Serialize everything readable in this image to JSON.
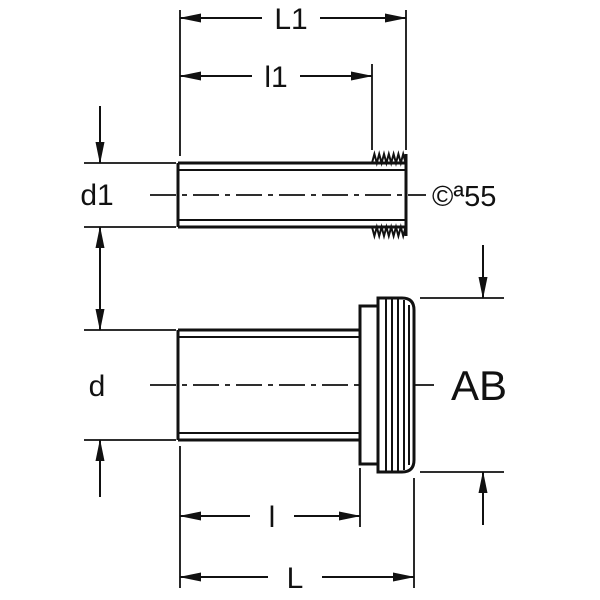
{
  "diagram": {
    "labels": {
      "L1": "L1",
      "l1": "l1",
      "d1": "d1",
      "mark_top": "©ª55",
      "d": "d",
      "AB": "AB",
      "l": "l",
      "L": "L"
    },
    "colors": {
      "line": "#111111",
      "background": "#ffffff"
    }
  }
}
